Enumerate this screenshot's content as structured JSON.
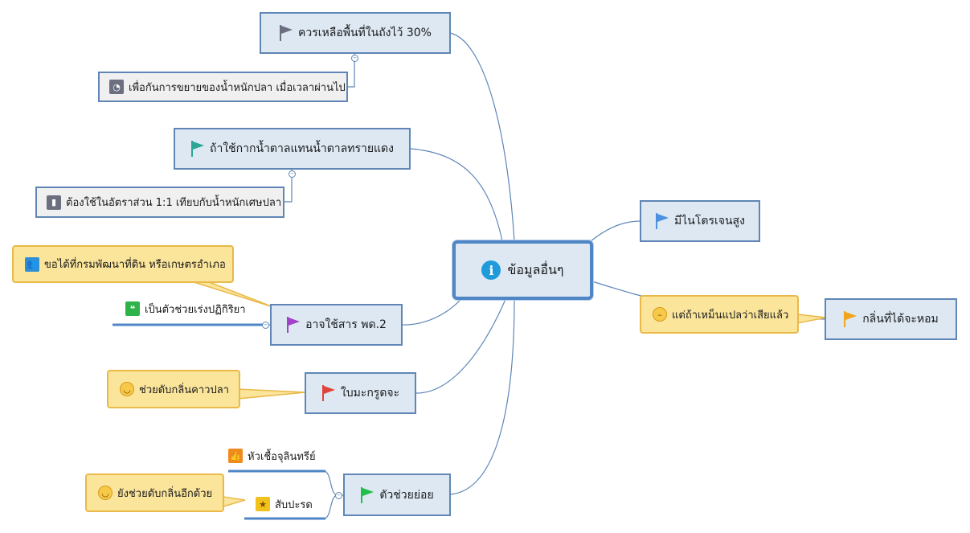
{
  "central": {
    "label": "ข้อมูลอื่นๆ",
    "icon": "info-icon"
  },
  "topics": {
    "space": {
      "label": "ควรเหลือพื้นที่ในถังไว้ 30%",
      "flag_color": "#6b6f80"
    },
    "sugar": {
      "label": "ถ้าใช้กากน้ำตาลแทนน้ำตาลทรายแดง",
      "flag_color": "#2aa694"
    },
    "pd2": {
      "label": "อาจใช้สาร พด.2",
      "flag_color": "#a142c9"
    },
    "bergamot": {
      "label": "ใบมะกรูดจะ",
      "flag_color": "#e0443c"
    },
    "decomposer": {
      "label": "ตัวช่วยย่อย",
      "flag_color": "#1fbf4a"
    },
    "nitrogen": {
      "label": "มีไนโตรเจนสูง",
      "flag_color": "#4a8fe0"
    },
    "smell": {
      "label": "กลิ่นที่ได้จะหอม",
      "flag_color": "#f2a41c"
    }
  },
  "subtopics": {
    "space_note": {
      "label": "เพื่อกันการขยายของน้ำหนักปลา เมื่อเวลาผ่านไป",
      "icon": "pie-chart-icon"
    },
    "sugar_note": {
      "label": "ต้องใช้ในอัตราส่วน 1:1 เทียบกับน้ำหนักเศษปลา",
      "icon": "bar-chart-icon"
    },
    "pd2_note": {
      "label": "เป็นตัวช่วยเร่งปฏิกิริยา",
      "icon": "quote-icon"
    },
    "organic": {
      "label": "หัวเชื้อจุลินทรีย์",
      "icon": "thumbs-up-icon"
    },
    "pineapple": {
      "label": "สับปะรด",
      "icon": "medal-icon"
    }
  },
  "callouts": {
    "land_dept": {
      "label": "ขอได้ที่กรมพัฒนาที่ดิน หรือเกษตรอำเภอ",
      "icon": "people-icon"
    },
    "fishy": {
      "label": "ช่วยดับกลิ่นคาวปลา",
      "icon": "smile-icon"
    },
    "also_smell": {
      "label": "ยังช่วยดับกลิ่นอีกด้วย",
      "icon": "smile-icon"
    },
    "spoiled": {
      "label": "แต่ถ้าเหม็นแปลว่าเสียแล้ว",
      "icon": "neutral-face-icon"
    }
  },
  "colors": {
    "line": "#5f86b6",
    "topic_fill": "#dde8f3",
    "callout_fill": "#fbe59b"
  }
}
